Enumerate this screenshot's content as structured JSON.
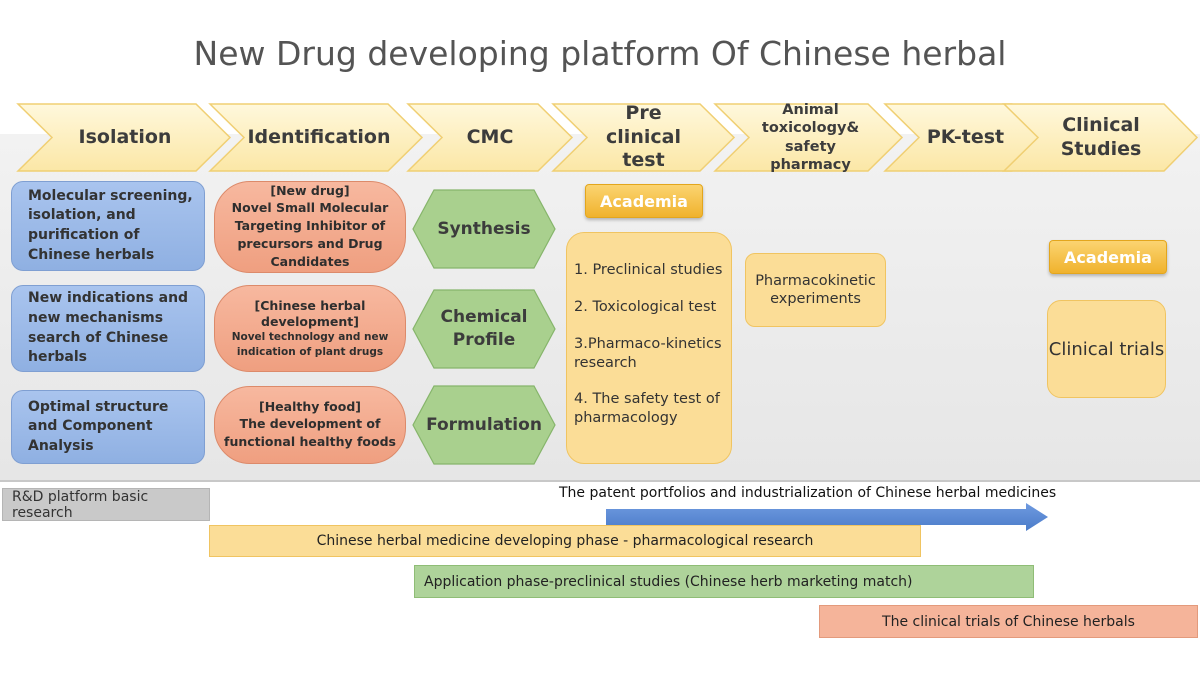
{
  "title": "New Drug developing platform Of Chinese herbal",
  "stages": [
    {
      "label": "Isolation"
    },
    {
      "label": "Identification"
    },
    {
      "label": "CMC"
    },
    {
      "label": "Pre clinical test"
    },
    {
      "label": "Animal toxicology& safety pharmacy"
    },
    {
      "label": "PK-test"
    },
    {
      "label": "Clinical Studies"
    }
  ],
  "isolation_boxes": [
    "Molecular screening, isolation, and purification of Chinese herbals",
    "New indications and new mechanisms search of Chinese herbals",
    "Optimal structure and Component Analysis"
  ],
  "identification_boxes": [
    {
      "head": "[New drug]",
      "body": "Novel Small Molecular Targeting Inhibitor of precursors and Drug Candidates"
    },
    {
      "head": "[Chinese herbal development]",
      "body": "Novel technology and new indication of plant drugs"
    },
    {
      "head": "[Healthy food]",
      "body": "The development of functional healthy foods"
    }
  ],
  "cmc_items": [
    "Synthesis",
    "Chemical Profile",
    "Formulation"
  ],
  "academia_label": "Academia",
  "preclinical_items": [
    "1. Preclinical studies",
    "2. Toxicological test",
    "3.Pharmaco-kinetics research",
    "4. The safety test of pharmacology"
  ],
  "pk_box": "Pharmacokinetic experiments",
  "clinical_box": "Clinical trials",
  "patent_label": "The patent portfolios and industrialization of Chinese herbal medicines",
  "phases": {
    "basic": "R&D platform basic research",
    "developing": "Chinese herbal medicine developing phase - pharmacological research",
    "application": "Application  phase-preclinical studies (Chinese herb marketing match)",
    "clinical": "The clinical trials of Chinese herbals"
  },
  "colors": {
    "chevron": "#fdf0c4",
    "chevron_border": "#f2d27a",
    "blue_box": "#9dbbe9",
    "salmon_box": "#f4ad90",
    "green_hex": "#a9d08e",
    "yellow_box": "#fbdd97",
    "academia": "#f4bb34",
    "arrow": "#5b8bd6",
    "bar_gray": "#c9c9c9",
    "bar_yellow": "#fbdd97",
    "bar_green": "#aed39a",
    "bar_salmon": "#f5b49a"
  }
}
